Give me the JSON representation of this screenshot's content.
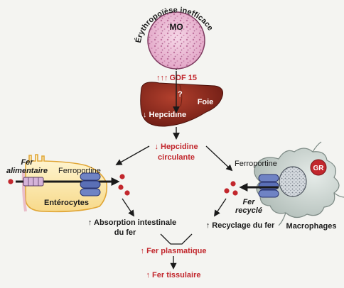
{
  "bone_marrow": {
    "label": "MO",
    "caption": "Érythropoïèse inefficace"
  },
  "gdf15": {
    "arrows": "↑↑↑",
    "label": "GDF 15"
  },
  "liver": {
    "label": "Foie",
    "question": "?",
    "hepcidin": "↓ Hepcidine"
  },
  "circulating_hepcidin": {
    "line1": "↓ Hepcidine",
    "line2": "circulante"
  },
  "enterocyte": {
    "dietary_iron_line1": "Fer",
    "dietary_iron_line2": "alimentaire",
    "ferroportin": "Ferroportine",
    "label": "Entérocytes"
  },
  "macrophage": {
    "ferroportin": "Ferroportine",
    "gr": "GR",
    "recycled_line1": "Fer",
    "recycled_line2": "recyclé",
    "label": "Macrophages"
  },
  "outcomes": {
    "absorption_line1": "↑ Absorption intestinale",
    "absorption_line2": "du fer",
    "recycling": "↑ Recyclage du fer",
    "plasma": "↑ Fer plasmatique",
    "tissue": "↑ Fer tissulaire"
  },
  "colors": {
    "accent_red": "#c2272d",
    "liver": "#8b2a1f",
    "marrow": "#e9b8d2",
    "enterocyte": "#fcebb0",
    "ferroportin": "#5a6fb6",
    "macrophage": "#cfd7d4"
  }
}
